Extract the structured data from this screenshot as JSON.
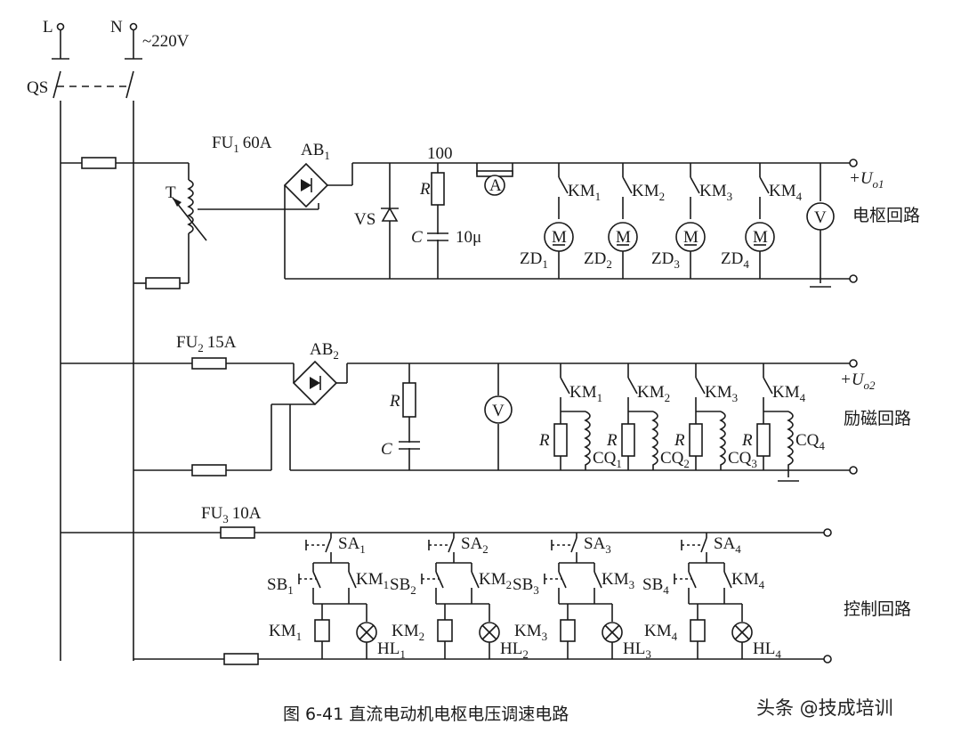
{
  "supply": {
    "L": "L",
    "N": "N",
    "voltage": "~220V",
    "switch": "QS"
  },
  "armature": {
    "fuse": "FU",
    "fuse_sub": "1",
    "fuse_rating": "60A",
    "rectifier": "AB",
    "rectifier_sub": "1",
    "transformer": "T",
    "regulator": "VS",
    "resistor": "R",
    "resistor_value": "100",
    "capacitor": "C",
    "capacitor_value": "10μ",
    "ammeter": "A",
    "voltmeter": "V",
    "contacts": [
      "KM",
      "KM",
      "KM",
      "KM"
    ],
    "contact_subs": [
      "1",
      "2",
      "3",
      "4"
    ],
    "motors": [
      "ZD",
      "ZD",
      "ZD",
      "ZD"
    ],
    "motor_subs": [
      "1",
      "2",
      "3",
      "4"
    ],
    "motor_symbol": "M",
    "output": "+U",
    "output_sub": "o1",
    "circuit_name": "电枢回路"
  },
  "field": {
    "fuse": "FU",
    "fuse_sub": "2",
    "fuse_rating": "15A",
    "rectifier": "AB",
    "rectifier_sub": "2",
    "resistor": "R",
    "capacitor": "C",
    "voltmeter": "V",
    "contacts": [
      "KM",
      "KM",
      "KM",
      "KM"
    ],
    "contact_subs": [
      "1",
      "2",
      "3",
      "4"
    ],
    "branch_resistor": "R",
    "coils": [
      "CQ",
      "CQ",
      "CQ",
      "CQ"
    ],
    "coil_subs": [
      "1",
      "2",
      "3",
      "4"
    ],
    "output": "+U",
    "output_sub": "o2",
    "circuit_name": "励磁回路"
  },
  "control": {
    "fuse": "FU",
    "fuse_sub": "3",
    "fuse_rating": "10A",
    "selectors": [
      "SA",
      "SA",
      "SA",
      "SA"
    ],
    "selector_subs": [
      "1",
      "2",
      "3",
      "4"
    ],
    "buttons": [
      "SB",
      "SB",
      "SB",
      "SB"
    ],
    "button_subs": [
      "1",
      "2",
      "3",
      "4"
    ],
    "contacts": [
      "KM",
      "KM",
      "KM",
      "KM"
    ],
    "contact_subs": [
      "1",
      "2",
      "3",
      "4"
    ],
    "relays": [
      "KM",
      "KM",
      "KM",
      "KM"
    ],
    "relay_subs": [
      "1",
      "2",
      "3",
      "4"
    ],
    "lamps": [
      "HL",
      "HL",
      "HL",
      "HL"
    ],
    "lamp_subs": [
      "1",
      "2",
      "3",
      "4"
    ],
    "circuit_name": "控制回路"
  },
  "caption": "图 6-41    直流电动机电枢电压调速电路",
  "watermark": "头条 @技成培训"
}
